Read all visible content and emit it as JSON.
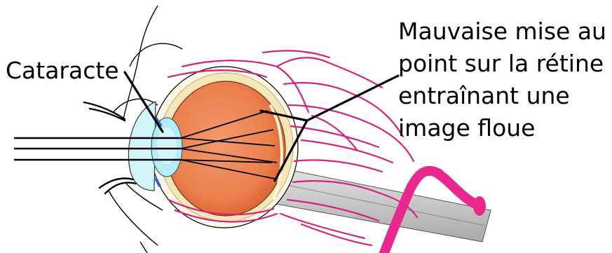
{
  "labels": {
    "cataract": "Cataracte",
    "focus_lines": [
      "Mauvaise mise au",
      "point sur la rétine",
      "entraînant une",
      "image floue"
    ]
  },
  "colors": {
    "lens": "#b8ecf4",
    "cornea": "#d4f5fa",
    "eyeball": "#ef8a5a",
    "retina": "#e0683a",
    "sclera": "#fff4e0",
    "vessels": "#d4237a",
    "optic_nerve": "#c9c9c9",
    "outline": "#000000"
  }
}
